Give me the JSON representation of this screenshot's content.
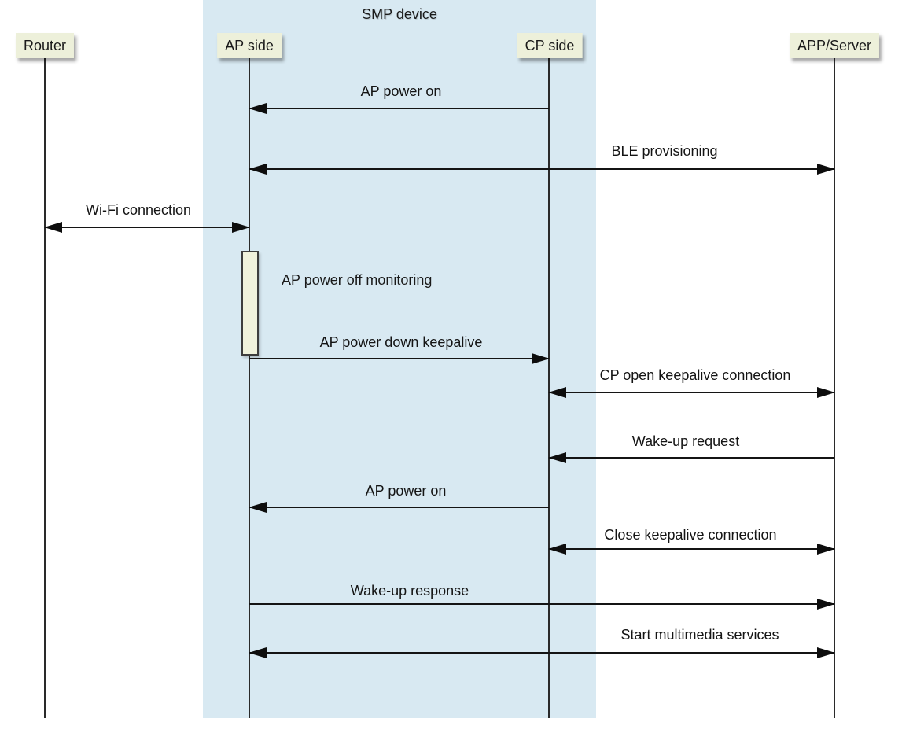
{
  "diagram": {
    "type": "sequence",
    "container": {
      "label": "SMP device"
    },
    "actors": [
      {
        "id": "router",
        "label": "Router"
      },
      {
        "id": "ap",
        "label": "AP side"
      },
      {
        "id": "cp",
        "label": "CP side"
      },
      {
        "id": "app",
        "label": "APP/Server"
      }
    ],
    "activation": {
      "actor": "ap",
      "label": "AP power off monitoring"
    },
    "messages": [
      {
        "label": "AP power on",
        "from": "CP side",
        "to": "AP side",
        "arrow": "left"
      },
      {
        "label": "BLE provisioning",
        "from": "AP side",
        "to": "APP/Server",
        "arrow": "both"
      },
      {
        "label": "Wi-Fi connection",
        "from": "Router",
        "to": "AP side",
        "arrow": "both"
      },
      {
        "label": "AP power down keepalive",
        "from": "AP side",
        "to": "CP side",
        "arrow": "right"
      },
      {
        "label": "CP open keepalive connection",
        "from": "CP side",
        "to": "APP/Server",
        "arrow": "both"
      },
      {
        "label": "Wake-up request",
        "from": "APP/Server",
        "to": "CP side",
        "arrow": "left"
      },
      {
        "label": "AP power on",
        "from": "CP side",
        "to": "AP side",
        "arrow": "left"
      },
      {
        "label": "Close keepalive connection",
        "from": "CP side",
        "to": "APP/Server",
        "arrow": "both"
      },
      {
        "label": "Wake-up response",
        "from": "AP side",
        "to": "APP/Server",
        "arrow": "right"
      },
      {
        "label": "Start multimedia services",
        "from": "AP side",
        "to": "APP/Server",
        "arrow": "both"
      }
    ],
    "colors": {
      "container_fill": "#d8e9f2",
      "actor_box_fill": "#edf0da",
      "activation_fill": "#f0f2dc",
      "line": "#141414",
      "text": "#1a1a1a"
    }
  }
}
